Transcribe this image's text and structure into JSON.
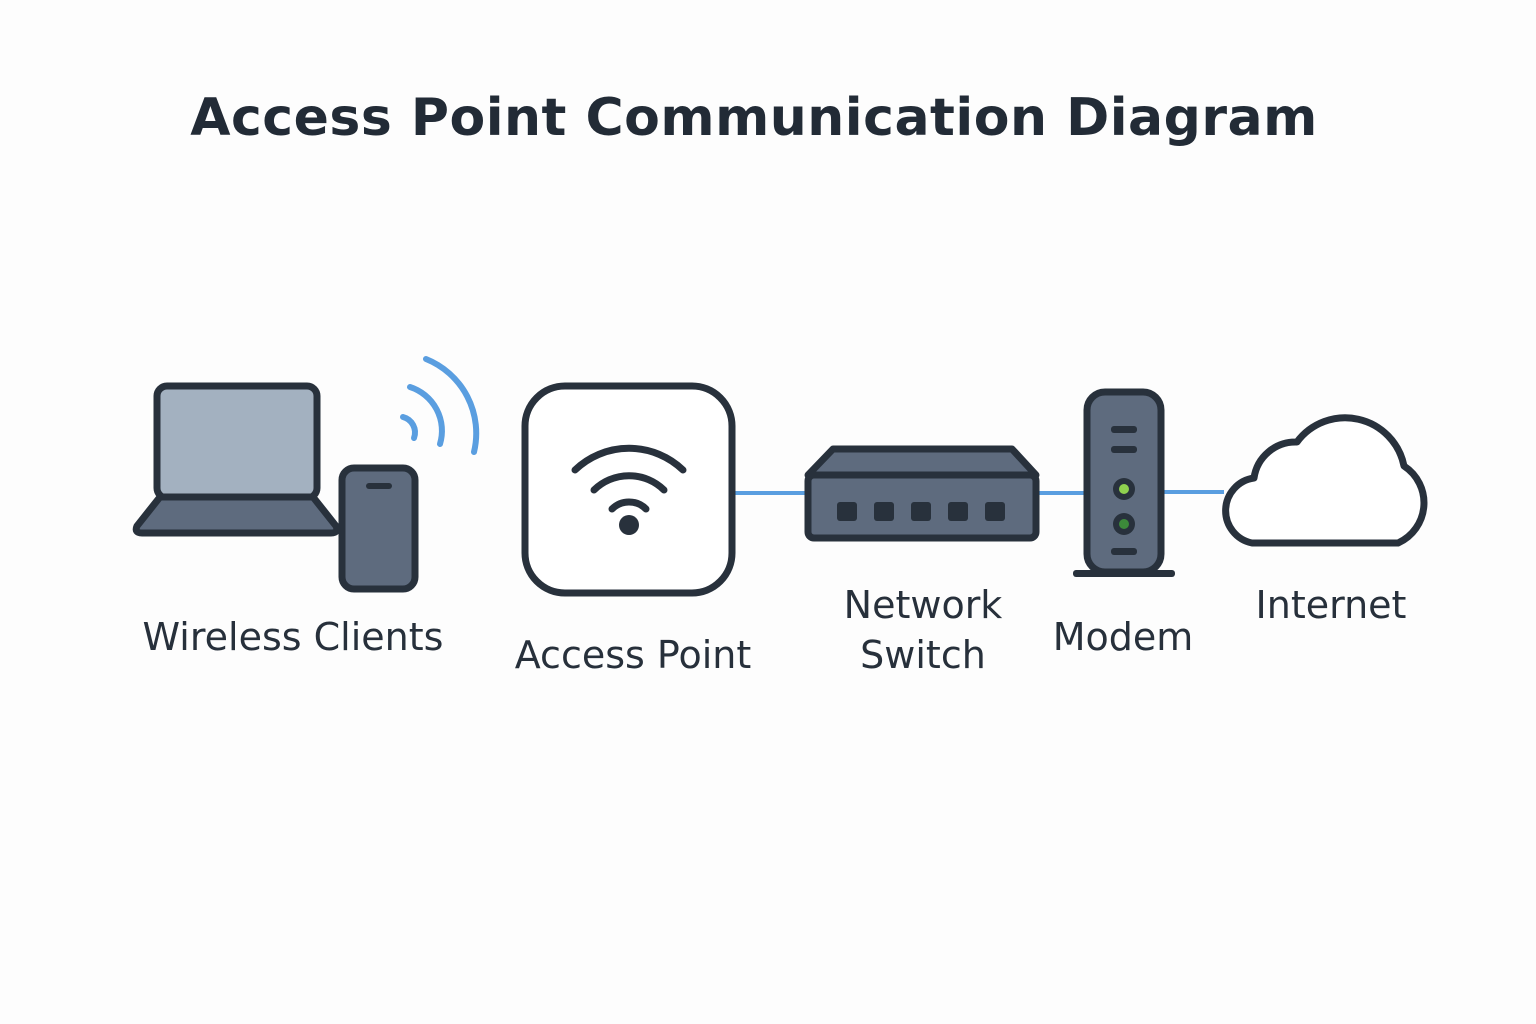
{
  "title": "Access Point Communication Diagram",
  "colors": {
    "outline": "#28313c",
    "device_fill": "#5e6b7e",
    "screen_fill": "#a3b1c0",
    "link": "#5a9ee0",
    "led_green": "#8fd14f",
    "background": "#fdfdfd"
  },
  "nodes": {
    "wireless_clients": {
      "label": "Wireless Clients",
      "icons": [
        "laptop-icon",
        "smartphone-icon",
        "wifi-signal-icon"
      ]
    },
    "access_point": {
      "label": "Access Point",
      "icons": [
        "access-point-icon",
        "wifi-icon"
      ]
    },
    "network_switch": {
      "label_line1": "Network",
      "label_line2": "Switch",
      "icons": [
        "network-switch-icon"
      ]
    },
    "modem": {
      "label": "Modem",
      "icons": [
        "modem-icon"
      ]
    },
    "internet": {
      "label": "Internet",
      "icons": [
        "cloud-icon"
      ]
    }
  }
}
